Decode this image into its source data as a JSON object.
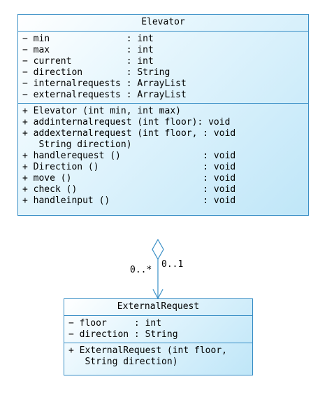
{
  "elevator": {
    "title": "Elevator",
    "attributes": [
      "− min              : int",
      "− max              : int",
      "− current          : int",
      "− direction        : String",
      "− internalrequests : ArrayList",
      "− externalrequests : ArrayList"
    ],
    "methods": [
      "+ Elevator (int min, int max)",
      "+ addinternalrequest (int floor): void",
      "+ addexternalrequest (int floor, : void",
      "   String direction)",
      "+ handlerequest ()               : void",
      "+ Direction ()                   : void",
      "+ move ()                        : void",
      "+ check ()                       : void",
      "+ handleinput ()                 : void"
    ]
  },
  "association": {
    "source_multiplicity": "0..*",
    "target_multiplicity": "0..1"
  },
  "external_request": {
    "title": "ExternalRequest",
    "attributes": [
      "− floor     : int",
      "− direction : String"
    ],
    "methods": [
      "+ ExternalRequest (int floor,",
      "   String direction)"
    ]
  }
}
